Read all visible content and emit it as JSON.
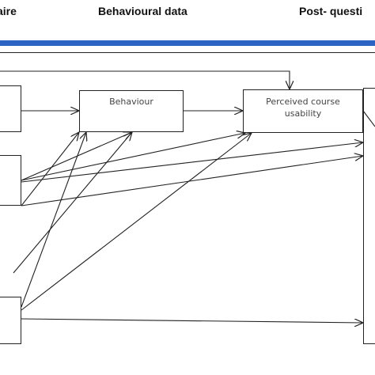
{
  "header": {
    "phase_left": "aire",
    "phase_middle": "Behavioural data",
    "phase_right": "Post- questi"
  },
  "boxes": {
    "behaviour": "Behaviour",
    "usability_line1": "Perceived course",
    "usability_line2": "usability"
  },
  "colors": {
    "band": "#2b64c3",
    "line": "#222222"
  }
}
